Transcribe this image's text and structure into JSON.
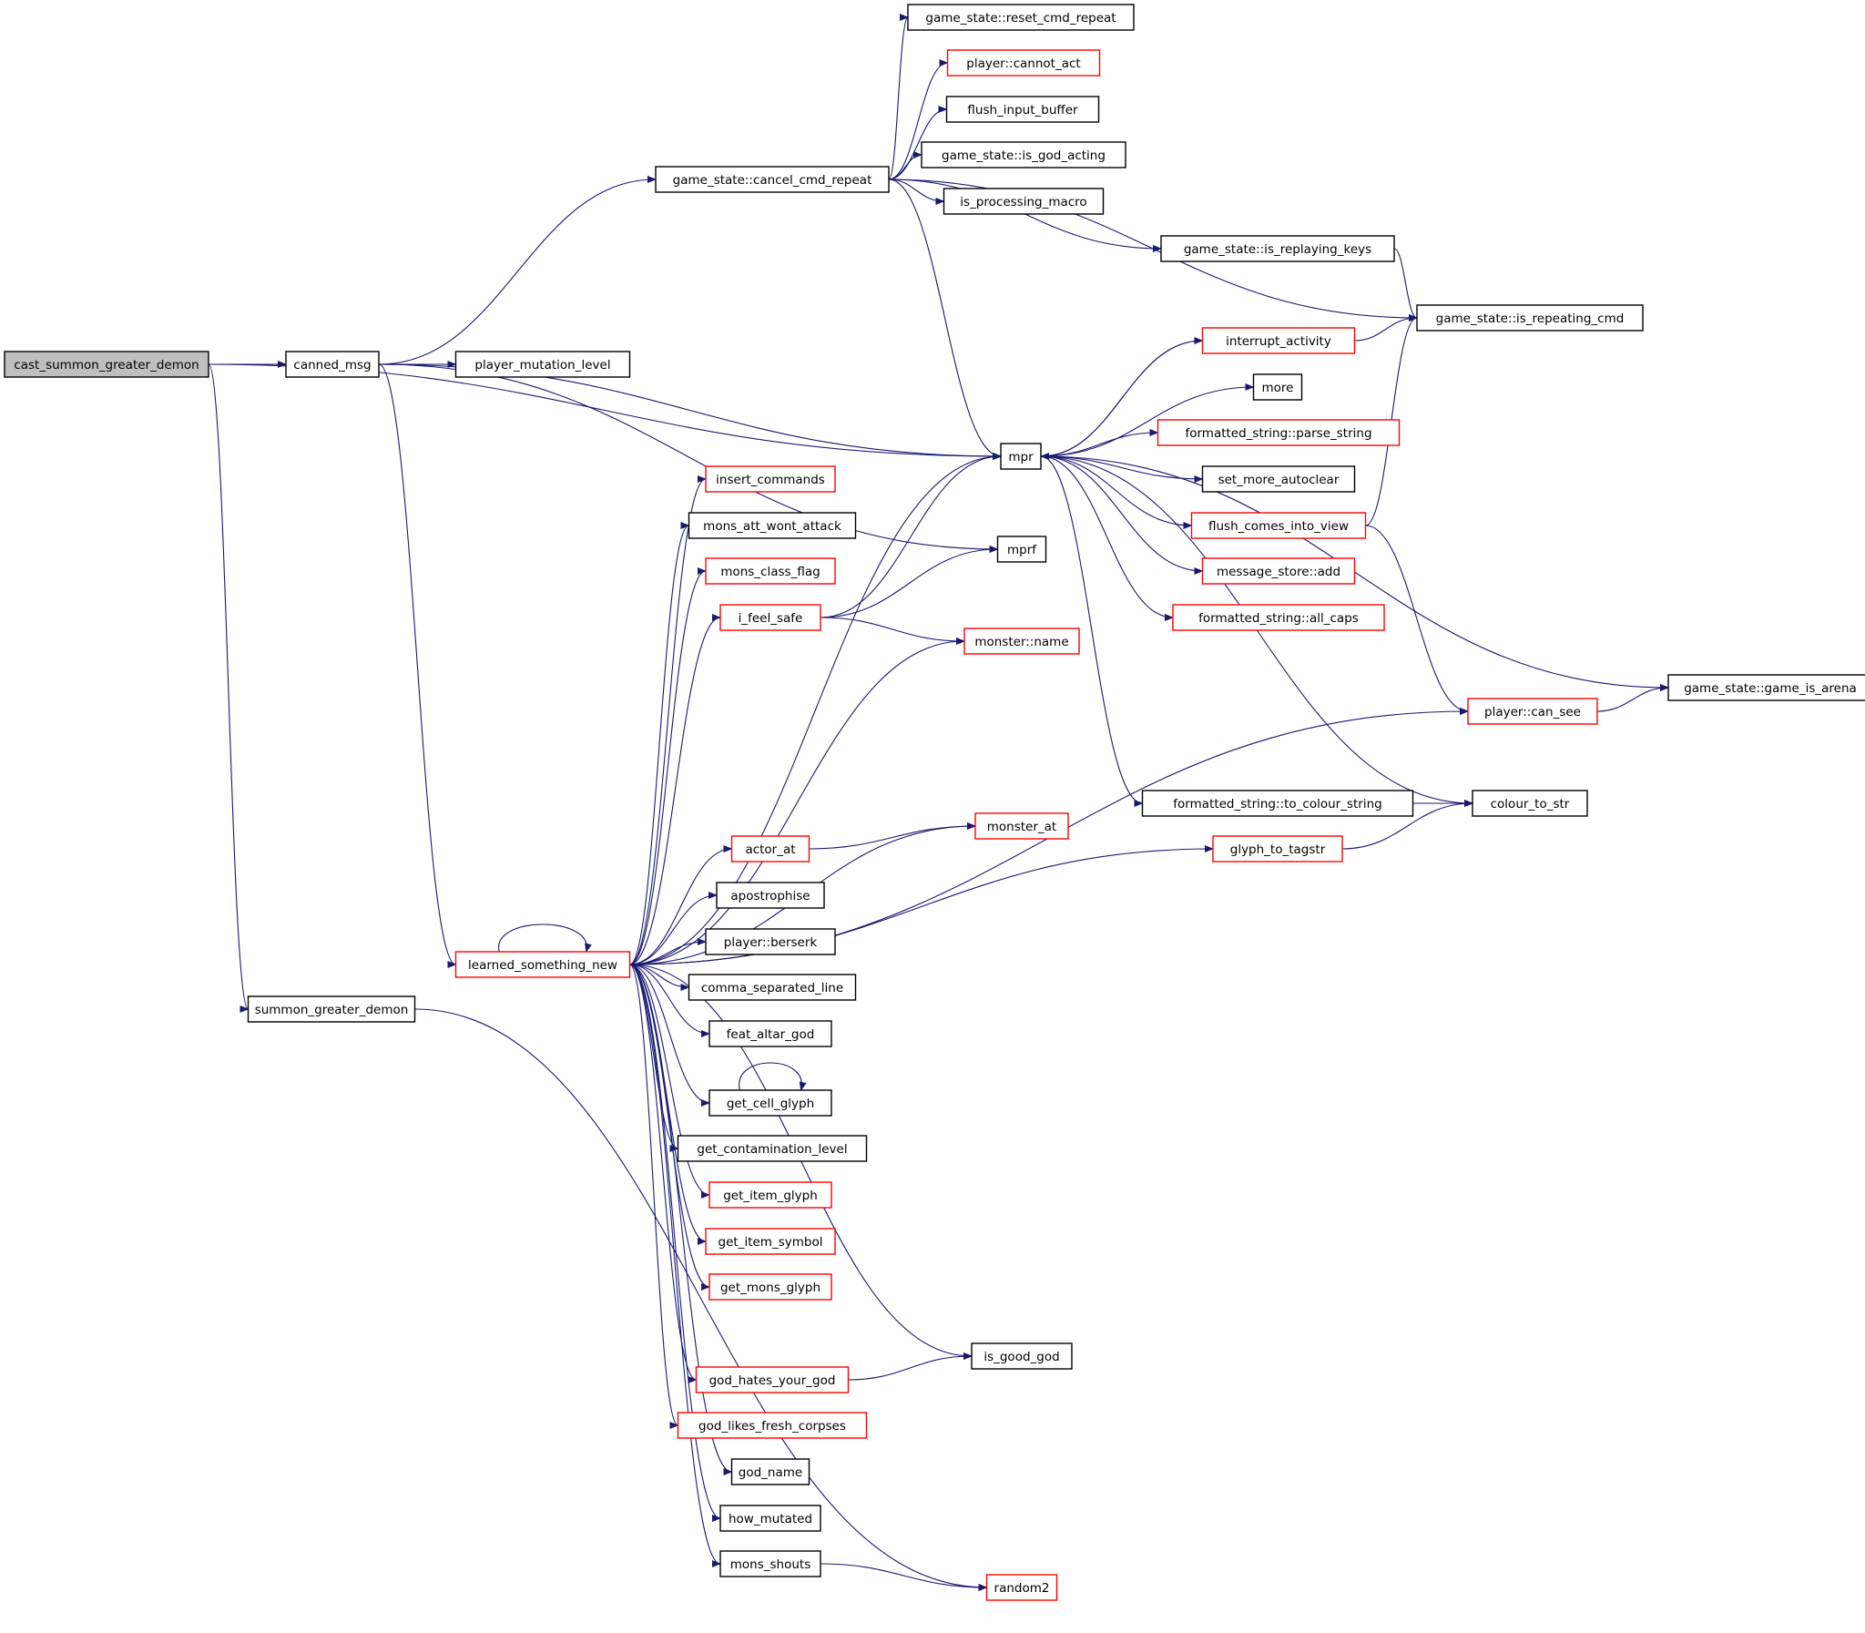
{
  "nodes": [
    {
      "id": "cast_summon_greater_demon",
      "label": "cast_summon_greater_demon",
      "style": "root"
    },
    {
      "id": "canned_msg",
      "label": "canned_msg",
      "style": "black"
    },
    {
      "id": "summon_greater_demon",
      "label": "summon_greater_demon",
      "style": "black"
    },
    {
      "id": "player_mutation_level",
      "label": "player_mutation_level",
      "style": "black"
    },
    {
      "id": "learned_something_new",
      "label": "learned_something_new",
      "style": "red"
    },
    {
      "id": "reset_cmd_repeat",
      "label": "game_state::reset_cmd_repeat",
      "style": "black"
    },
    {
      "id": "cannot_act",
      "label": "player::cannot_act",
      "style": "red"
    },
    {
      "id": "flush_input_buffer",
      "label": "flush_input_buffer",
      "style": "black"
    },
    {
      "id": "cancel_cmd_repeat",
      "label": "game_state::cancel_cmd_repeat",
      "style": "black"
    },
    {
      "id": "is_god_acting",
      "label": "game_state::is_god_acting",
      "style": "black"
    },
    {
      "id": "is_processing_macro",
      "label": "is_processing_macro",
      "style": "black"
    },
    {
      "id": "is_replaying_keys",
      "label": "game_state::is_replaying_keys",
      "style": "black"
    },
    {
      "id": "is_repeating_cmd",
      "label": "game_state::is_repeating_cmd",
      "style": "black"
    },
    {
      "id": "interrupt_activity",
      "label": "interrupt_activity",
      "style": "red"
    },
    {
      "id": "more",
      "label": "more",
      "style": "black"
    },
    {
      "id": "mpr",
      "label": "mpr",
      "style": "black"
    },
    {
      "id": "parse_string",
      "label": "formatted_string::parse_string",
      "style": "red"
    },
    {
      "id": "insert_commands",
      "label": "insert_commands",
      "style": "red"
    },
    {
      "id": "set_more_autoclear",
      "label": "set_more_autoclear",
      "style": "black"
    },
    {
      "id": "mons_att_wont_attack",
      "label": "mons_att_wont_attack",
      "style": "black"
    },
    {
      "id": "flush_comes_into_view",
      "label": "flush_comes_into_view",
      "style": "red"
    },
    {
      "id": "mprf",
      "label": "mprf",
      "style": "black"
    },
    {
      "id": "mons_class_flag",
      "label": "mons_class_flag",
      "style": "red"
    },
    {
      "id": "message_store_add",
      "label": "message_store::add",
      "style": "red"
    },
    {
      "id": "i_feel_safe",
      "label": "i_feel_safe",
      "style": "red"
    },
    {
      "id": "all_caps",
      "label": "formatted_string::all_caps",
      "style": "red"
    },
    {
      "id": "monster_name",
      "label": "monster::name",
      "style": "red"
    },
    {
      "id": "game_is_arena",
      "label": "game_state::game_is_arena",
      "style": "black"
    },
    {
      "id": "can_see",
      "label": "player::can_see",
      "style": "red"
    },
    {
      "id": "to_colour_string",
      "label": "formatted_string::to_colour_string",
      "style": "black"
    },
    {
      "id": "colour_to_str",
      "label": "colour_to_str",
      "style": "black"
    },
    {
      "id": "monster_at",
      "label": "monster_at",
      "style": "red"
    },
    {
      "id": "glyph_to_tagstr",
      "label": "glyph_to_tagstr",
      "style": "red"
    },
    {
      "id": "actor_at",
      "label": "actor_at",
      "style": "red"
    },
    {
      "id": "apostrophise",
      "label": "apostrophise",
      "style": "black"
    },
    {
      "id": "berserk",
      "label": "player::berserk",
      "style": "black"
    },
    {
      "id": "comma_separated_line",
      "label": "comma_separated_line",
      "style": "black"
    },
    {
      "id": "feat_altar_god",
      "label": "feat_altar_god",
      "style": "black"
    },
    {
      "id": "get_cell_glyph",
      "label": "get_cell_glyph",
      "style": "black"
    },
    {
      "id": "get_contamination_level",
      "label": "get_contamination_level",
      "style": "black"
    },
    {
      "id": "get_item_glyph",
      "label": "get_item_glyph",
      "style": "red"
    },
    {
      "id": "get_item_symbol",
      "label": "get_item_symbol",
      "style": "red"
    },
    {
      "id": "get_mons_glyph",
      "label": "get_mons_glyph",
      "style": "red"
    },
    {
      "id": "is_good_god",
      "label": "is_good_god",
      "style": "black"
    },
    {
      "id": "god_hates_your_god",
      "label": "god_hates_your_god",
      "style": "red"
    },
    {
      "id": "god_likes_fresh_corpses",
      "label": "god_likes_fresh_corpses",
      "style": "red"
    },
    {
      "id": "god_name",
      "label": "god_name",
      "style": "black"
    },
    {
      "id": "how_mutated",
      "label": "how_mutated",
      "style": "black"
    },
    {
      "id": "mons_shouts",
      "label": "mons_shouts",
      "style": "black"
    },
    {
      "id": "random2",
      "label": "random2",
      "style": "red"
    }
  ],
  "edges": [
    [
      "cast_summon_greater_demon",
      "canned_msg"
    ],
    [
      "cast_summon_greater_demon",
      "summon_greater_demon"
    ],
    [
      "cast_summon_greater_demon",
      "mpr"
    ],
    [
      "canned_msg",
      "cancel_cmd_repeat"
    ],
    [
      "canned_msg",
      "player_mutation_level"
    ],
    [
      "canned_msg",
      "mpr"
    ],
    [
      "canned_msg",
      "mprf"
    ],
    [
      "canned_msg",
      "learned_something_new"
    ],
    [
      "summon_greater_demon",
      "random2"
    ],
    [
      "cancel_cmd_repeat",
      "reset_cmd_repeat"
    ],
    [
      "cancel_cmd_repeat",
      "cannot_act"
    ],
    [
      "cancel_cmd_repeat",
      "flush_input_buffer"
    ],
    [
      "cancel_cmd_repeat",
      "is_god_acting"
    ],
    [
      "cancel_cmd_repeat",
      "is_processing_macro"
    ],
    [
      "cancel_cmd_repeat",
      "is_replaying_keys"
    ],
    [
      "cancel_cmd_repeat",
      "is_repeating_cmd"
    ],
    [
      "cancel_cmd_repeat",
      "mpr"
    ],
    [
      "is_replaying_keys",
      "is_repeating_cmd"
    ],
    [
      "interrupt_activity",
      "is_repeating_cmd"
    ],
    [
      "interrupt_activity",
      "mpr"
    ],
    [
      "mpr",
      "interrupt_activity"
    ],
    [
      "mpr",
      "more"
    ],
    [
      "mpr",
      "parse_string"
    ],
    [
      "mpr",
      "set_more_autoclear"
    ],
    [
      "mpr",
      "flush_comes_into_view"
    ],
    [
      "mpr",
      "message_store_add"
    ],
    [
      "mpr",
      "all_caps"
    ],
    [
      "mpr",
      "game_is_arena"
    ],
    [
      "mpr",
      "to_colour_string"
    ],
    [
      "mpr",
      "colour_to_str"
    ],
    [
      "flush_comes_into_view",
      "is_repeating_cmd"
    ],
    [
      "flush_comes_into_view",
      "can_see"
    ],
    [
      "can_see",
      "game_is_arena"
    ],
    [
      "to_colour_string",
      "colour_to_str"
    ],
    [
      "glyph_to_tagstr",
      "colour_to_str"
    ],
    [
      "i_feel_safe",
      "mpr"
    ],
    [
      "i_feel_safe",
      "mprf"
    ],
    [
      "i_feel_safe",
      "monster_name"
    ],
    [
      "actor_at",
      "monster_at"
    ],
    [
      "god_hates_your_god",
      "is_good_god"
    ],
    [
      "mons_shouts",
      "random2"
    ],
    [
      "learned_something_new",
      "learned_something_new"
    ],
    [
      "learned_something_new",
      "mpr"
    ],
    [
      "learned_something_new",
      "insert_commands"
    ],
    [
      "learned_something_new",
      "mons_att_wont_attack"
    ],
    [
      "learned_something_new",
      "mons_class_flag"
    ],
    [
      "learned_something_new",
      "i_feel_safe"
    ],
    [
      "learned_something_new",
      "monster_name"
    ],
    [
      "learned_something_new",
      "can_see"
    ],
    [
      "learned_something_new",
      "glyph_to_tagstr"
    ],
    [
      "learned_something_new",
      "monster_at"
    ],
    [
      "learned_something_new",
      "actor_at"
    ],
    [
      "learned_something_new",
      "apostrophise"
    ],
    [
      "learned_something_new",
      "berserk"
    ],
    [
      "learned_something_new",
      "comma_separated_line"
    ],
    [
      "learned_something_new",
      "feat_altar_god"
    ],
    [
      "learned_something_new",
      "get_cell_glyph"
    ],
    [
      "learned_something_new",
      "get_contamination_level"
    ],
    [
      "learned_something_new",
      "get_item_glyph"
    ],
    [
      "learned_something_new",
      "get_item_symbol"
    ],
    [
      "learned_something_new",
      "get_mons_glyph"
    ],
    [
      "learned_something_new",
      "is_good_god"
    ],
    [
      "learned_something_new",
      "god_hates_your_god"
    ],
    [
      "learned_something_new",
      "god_likes_fresh_corpses"
    ],
    [
      "learned_something_new",
      "god_name"
    ],
    [
      "learned_something_new",
      "how_mutated"
    ],
    [
      "learned_something_new",
      "mons_shouts"
    ],
    [
      "get_cell_glyph",
      "get_cell_glyph"
    ]
  ]
}
